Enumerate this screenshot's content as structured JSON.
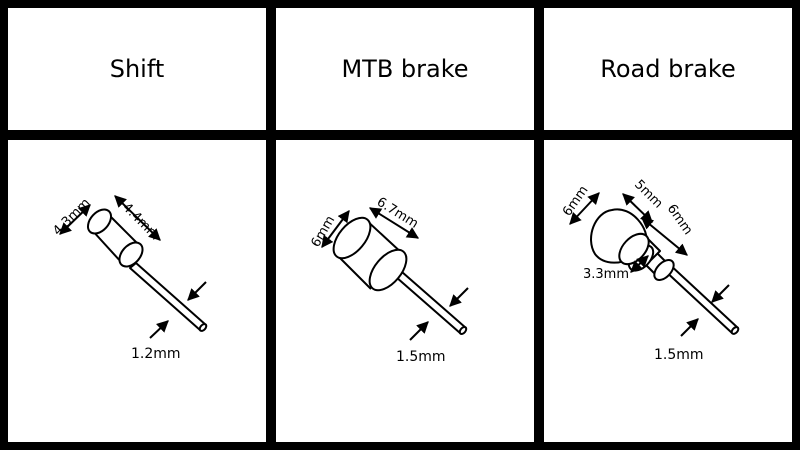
{
  "columns": [
    {
      "title": "Shift",
      "dims": {
        "diameter": "4.3mm",
        "length": "4.4mm",
        "wire": "1.2mm"
      }
    },
    {
      "title": "MTB brake",
      "dims": {
        "diameter": "6mm",
        "length": "6.7mm",
        "wire": "1.5mm"
      }
    },
    {
      "title": "Road brake",
      "dims": {
        "diameter": "6mm",
        "cap_length": "5mm",
        "step_diameter": "6mm",
        "small_diameter": "3.3mm",
        "wire": "1.5mm"
      }
    }
  ]
}
